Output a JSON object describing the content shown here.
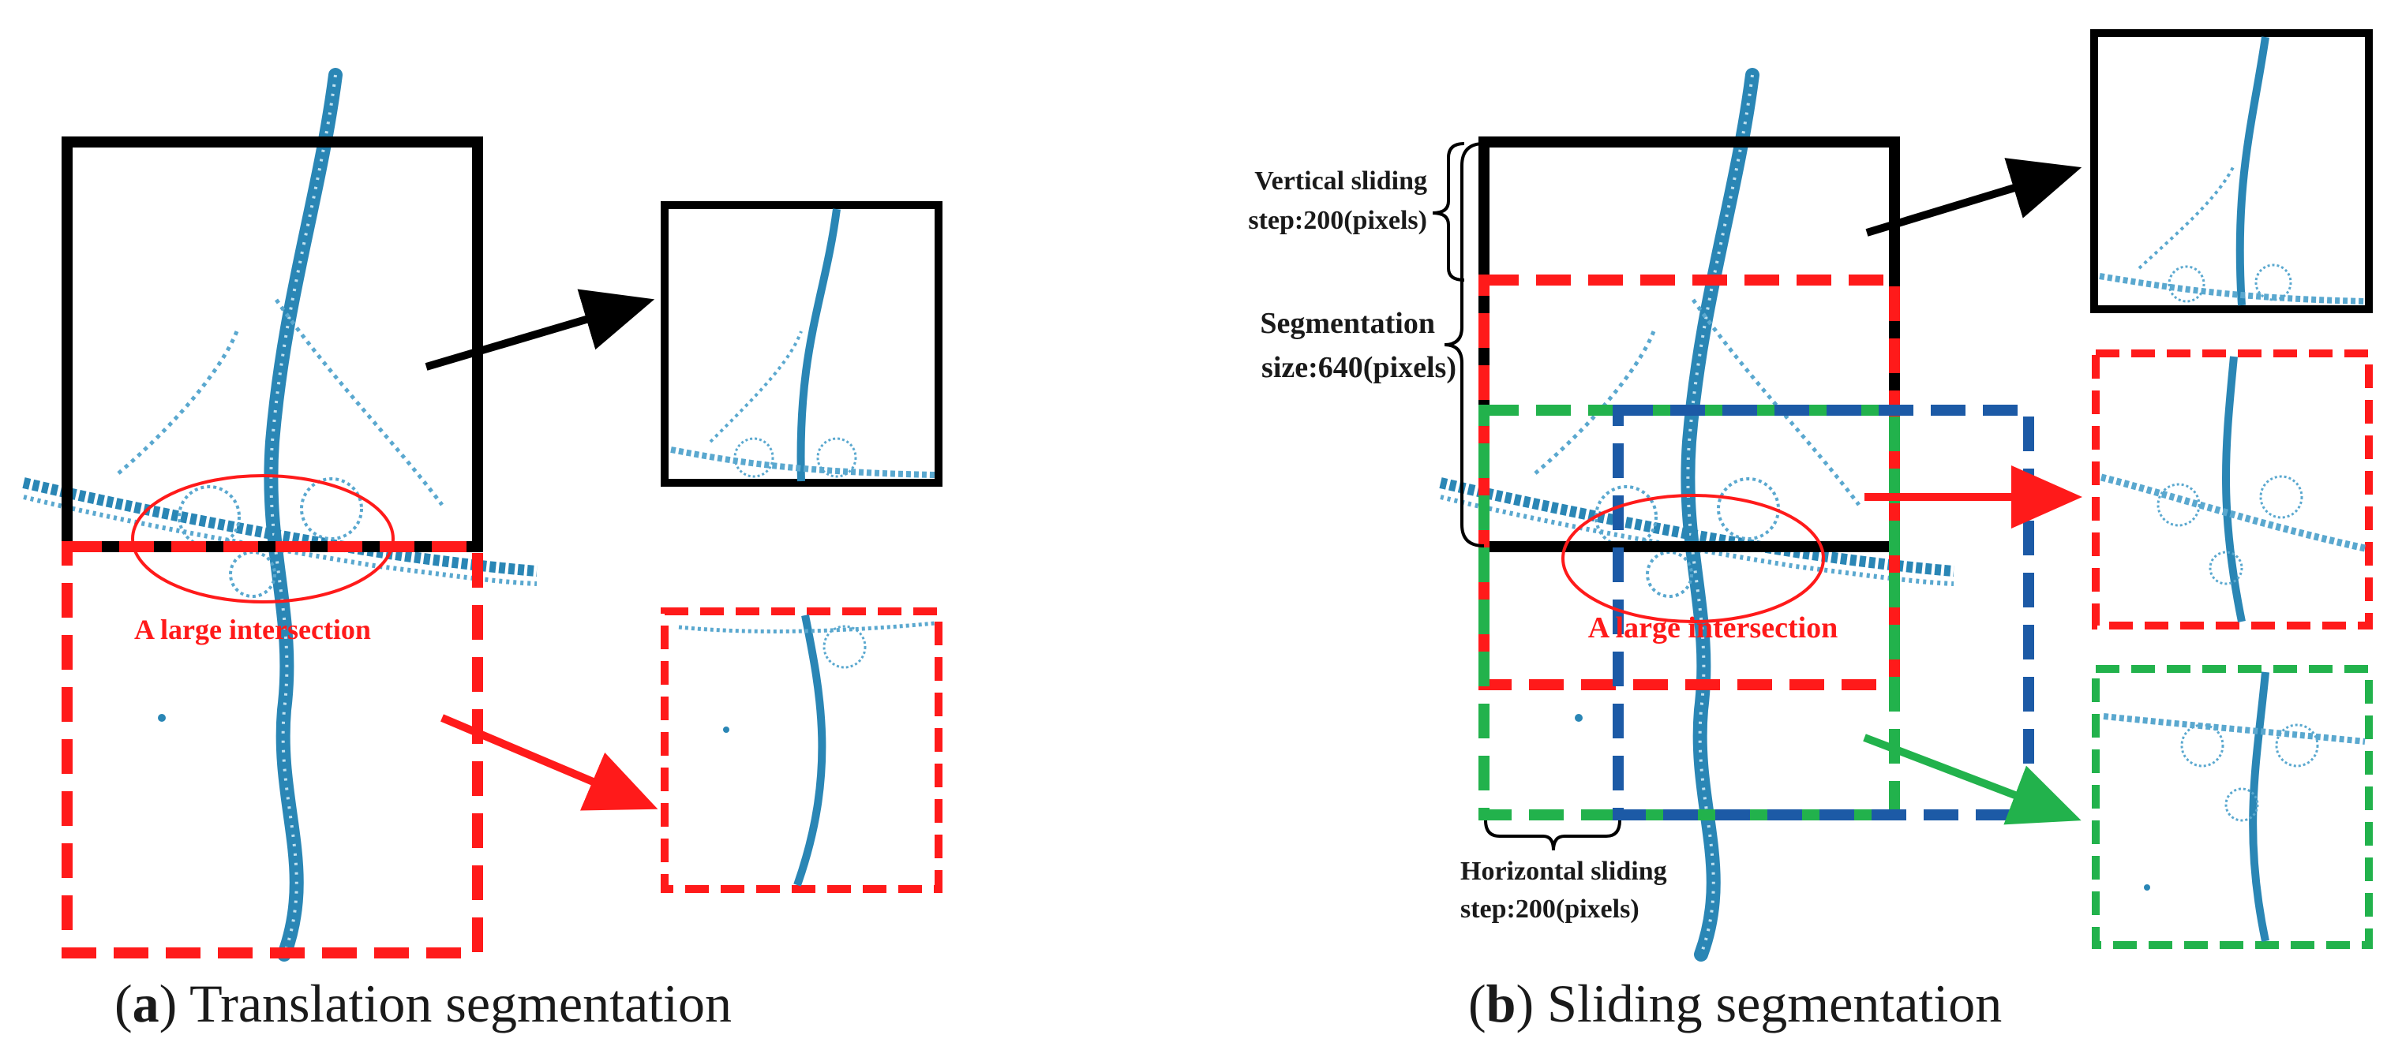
{
  "colors": {
    "road": "#2a86b5",
    "black_box": "#000000",
    "red_box": "#ff1a1a",
    "green_box": "#22b24c",
    "blue_box": "#1c5aa6",
    "annotation_red": "#ff1a1a"
  },
  "panel_a": {
    "caption_letter": "a",
    "caption_text": "Translation segmentation",
    "intersection_label": "A large intersection"
  },
  "panel_b": {
    "caption_letter": "b",
    "caption_text": "Sliding segmentation",
    "intersection_label": "A large intersection",
    "vertical_step_line1": "Vertical sliding",
    "vertical_step_line2": "step:200(pixels)",
    "segmentation_size_line1": "Segmentation",
    "segmentation_size_line2": "size:640(pixels)",
    "horizontal_step_line1": "Horizontal sliding",
    "horizontal_step_line2": "step:200(pixels)"
  }
}
